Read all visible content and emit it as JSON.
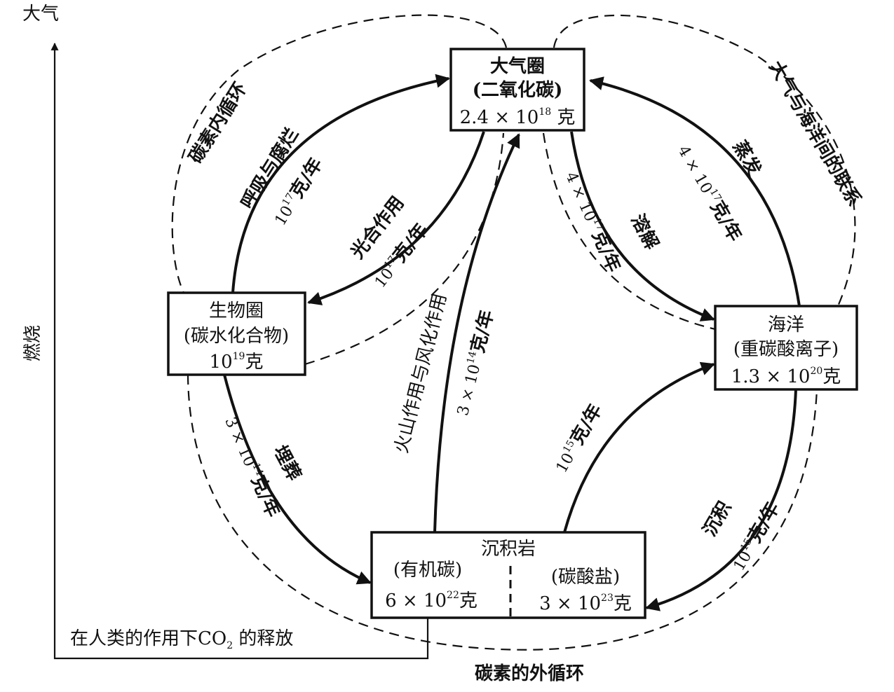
{
  "axis": {
    "top_label": "大气",
    "side_label": "燃烧"
  },
  "reservoirs": {
    "atmosphere": {
      "name": "大气圈",
      "form": "(二氧化碳)",
      "coef": "2.4 × 10",
      "exp": "18",
      "unit": " 克"
    },
    "biosphere": {
      "name": "生物圈",
      "form": "(碳水化合物)",
      "coef": "10",
      "exp": "19",
      "unit": "克"
    },
    "ocean": {
      "name": "海洋",
      "form": "(重碳酸离子)",
      "coef": "1.3 × 10",
      "exp": "20",
      "unit": "克"
    },
    "sediment": {
      "name": "沉积岩",
      "organic": {
        "form": "(有机碳)",
        "coef": "6 × 10",
        "exp": "22",
        "unit": "克"
      },
      "carbonate": {
        "form": "(碳酸盐)",
        "coef": "3 × 10",
        "exp": "23",
        "unit": "克"
      }
    }
  },
  "fluxes": {
    "respiration": {
      "label": "呼吸与腐烂",
      "coef": "10",
      "exp": "17",
      "unit": "克/年"
    },
    "photosynthesis": {
      "label": "光合作用",
      "coef": "10",
      "exp": "17",
      "unit": "克/年"
    },
    "volcanism": {
      "label": "火山作用与风化作用",
      "coef": "3 × 10",
      "exp": "14",
      "unit": "克/年"
    },
    "dissolution": {
      "label": "溶解",
      "coef": "4 × 10",
      "exp": "17",
      "unit": "克/年"
    },
    "evaporation": {
      "label": "蒸发",
      "coef": "4 × 10",
      "exp": "17",
      "unit": "克/年"
    },
    "burial": {
      "label": "埋葬",
      "coef": "3 × 10",
      "exp": "14",
      "unit": "克/年"
    },
    "sediment_to_ocean": {
      "coef": "10",
      "exp": "15",
      "unit": "克/年"
    },
    "deposition": {
      "label": "沉积",
      "coef": "10",
      "exp": "15",
      "unit": "克/年"
    }
  },
  "loops": {
    "inner": "碳素内循环",
    "atmosphere_ocean": "大气与海洋间的联系",
    "outer": "碳素的外循环"
  },
  "human": {
    "pre": "在人类的作用下CO",
    "sub": "2",
    "post": " 的释放"
  }
}
